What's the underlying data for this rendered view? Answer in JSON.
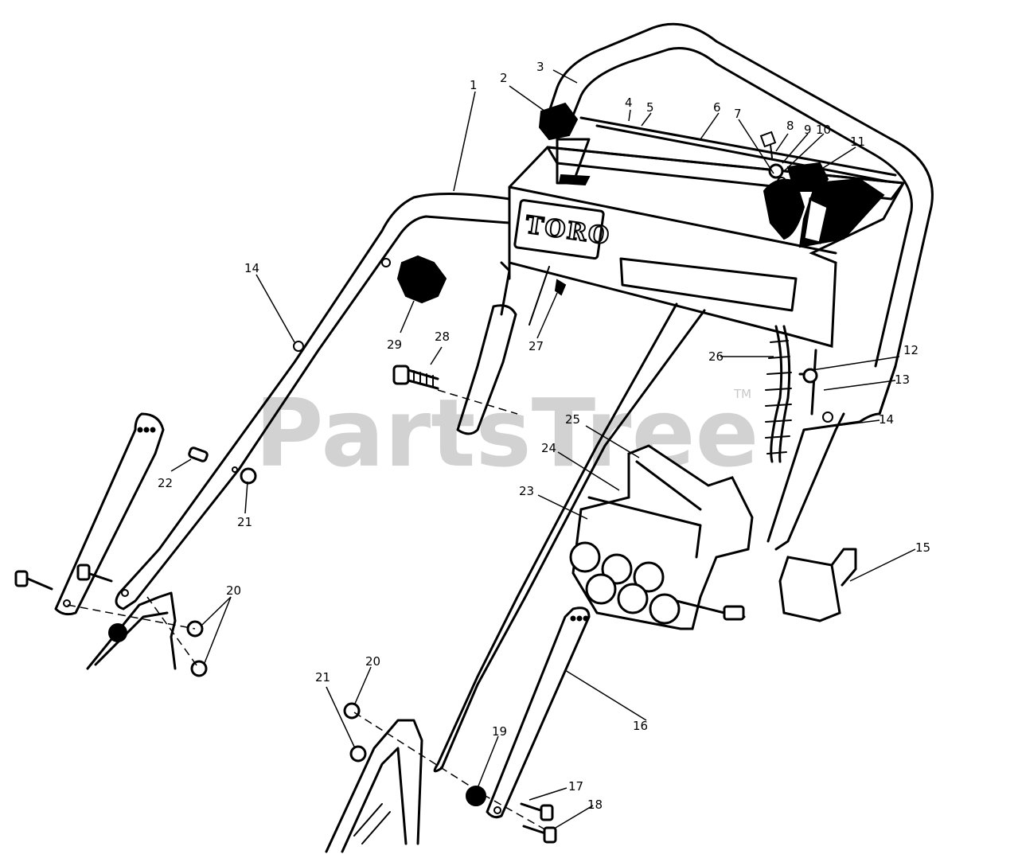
{
  "diagram": {
    "brand_label": "TORO",
    "watermark": "PartsTree",
    "trademark": "TM",
    "callouts": [
      "1",
      "2",
      "3",
      "4",
      "5",
      "6",
      "7",
      "8",
      "9",
      "10",
      "11",
      "12",
      "13",
      "14",
      "14",
      "15",
      "16",
      "17",
      "18",
      "19",
      "20",
      "20",
      "21",
      "21",
      "22",
      "23",
      "24",
      "25",
      "26",
      "27",
      "28",
      "29"
    ]
  }
}
